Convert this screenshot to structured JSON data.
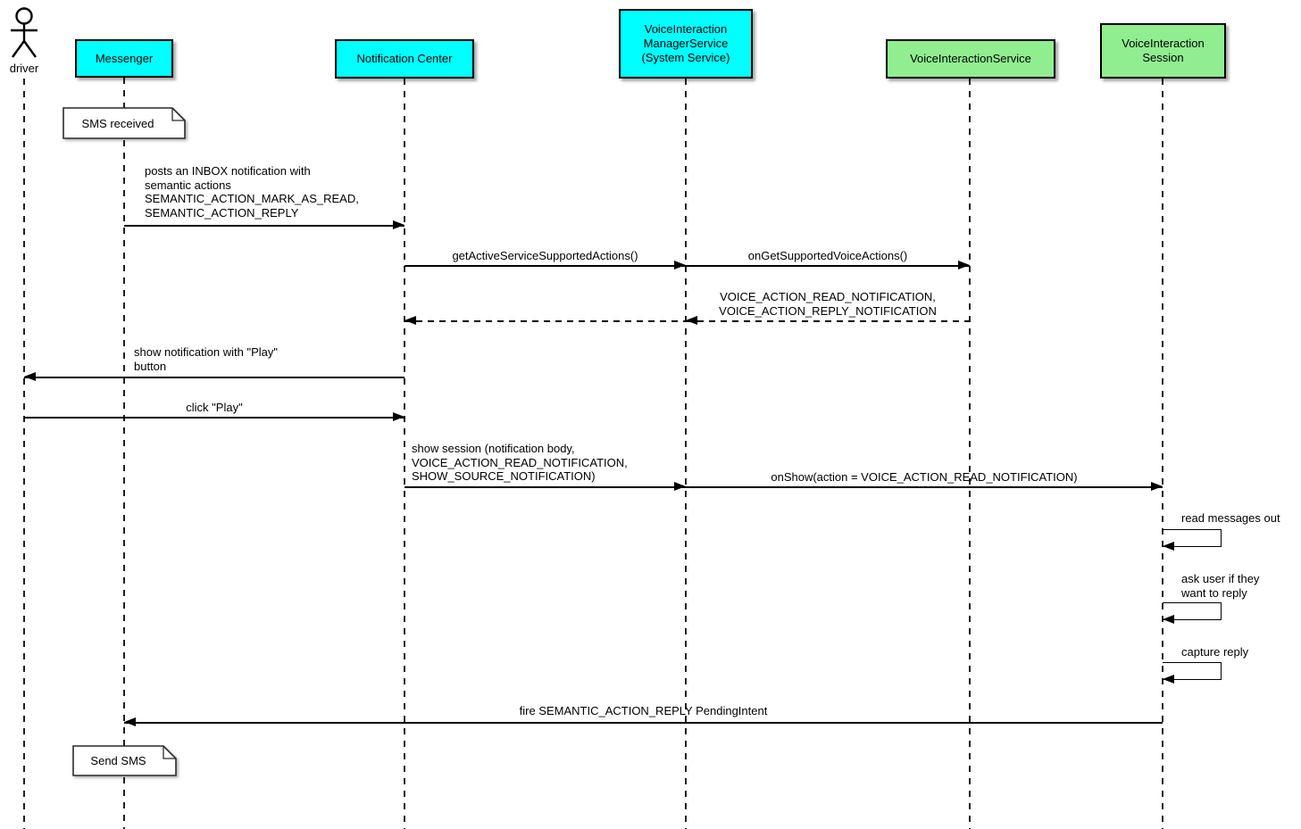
{
  "diagram": {
    "type": "uml-sequence",
    "colors": {
      "participant_primary": "#00FFFF",
      "participant_secondary": "#90EE90",
      "note_background": "#FFFFFF",
      "line": "#000000",
      "background": "#FFFFFF"
    },
    "participants": [
      {
        "id": "driver",
        "kind": "actor",
        "label": "driver"
      },
      {
        "id": "messenger",
        "kind": "box",
        "color": "#00FFFF",
        "label": "Messenger"
      },
      {
        "id": "notification-center",
        "kind": "box",
        "color": "#00FFFF",
        "label": "Notification Center"
      },
      {
        "id": "voice-interaction-manager-service",
        "kind": "box",
        "color": "#00FFFF",
        "label": "VoiceInteraction\nManagerService\n(System Service)"
      },
      {
        "id": "voice-interaction-service",
        "kind": "box",
        "color": "#90EE90",
        "label": "VoiceInteractionService"
      },
      {
        "id": "voice-interaction-session",
        "kind": "box",
        "color": "#90EE90",
        "label": "VoiceInteraction\nSession"
      }
    ],
    "notes": [
      {
        "attached_to": "messenger",
        "text": "SMS received"
      },
      {
        "attached_to": "messenger",
        "text": "Send SMS"
      }
    ],
    "messages": [
      {
        "from": "messenger",
        "to": "notification-center",
        "style": "solid",
        "label": "posts an INBOX notification with\nsemantic actions\nSEMANTIC_ACTION_MARK_AS_READ,\nSEMANTIC_ACTION_REPLY"
      },
      {
        "from": "notification-center",
        "to": "voice-interaction-manager-service",
        "style": "solid",
        "label": "getActiveServiceSupportedActions()"
      },
      {
        "from": "voice-interaction-manager-service",
        "to": "voice-interaction-service",
        "style": "solid",
        "label": "onGetSupportedVoiceActions()"
      },
      {
        "from": "voice-interaction-service",
        "to": "voice-interaction-manager-service",
        "style": "dashed",
        "label": "VOICE_ACTION_READ_NOTIFICATION,\nVOICE_ACTION_REPLY_NOTIFICATION"
      },
      {
        "from": "voice-interaction-manager-service",
        "to": "notification-center",
        "style": "dashed",
        "label": ""
      },
      {
        "from": "notification-center",
        "to": "driver",
        "style": "solid",
        "label": "show notification with \"Play\"\nbutton"
      },
      {
        "from": "driver",
        "to": "notification-center",
        "style": "solid",
        "label": "click \"Play\""
      },
      {
        "from": "notification-center",
        "to": "voice-interaction-manager-service",
        "style": "solid",
        "label": "show session (notification body,\nVOICE_ACTION_READ_NOTIFICATION,\nSHOW_SOURCE_NOTIFICATION)"
      },
      {
        "from": "voice-interaction-manager-service",
        "to": "voice-interaction-session",
        "style": "solid",
        "label": "onShow(action = VOICE_ACTION_READ_NOTIFICATION)"
      },
      {
        "from": "voice-interaction-session",
        "to": "voice-interaction-session",
        "style": "self",
        "label": "read messages out"
      },
      {
        "from": "voice-interaction-session",
        "to": "voice-interaction-session",
        "style": "self",
        "label": "ask user if they\nwant to reply"
      },
      {
        "from": "voice-interaction-session",
        "to": "voice-interaction-session",
        "style": "self",
        "label": "capture reply"
      },
      {
        "from": "voice-interaction-session",
        "to": "messenger",
        "style": "solid",
        "label": "fire SEMANTIC_ACTION_REPLY PendingIntent"
      }
    ]
  }
}
